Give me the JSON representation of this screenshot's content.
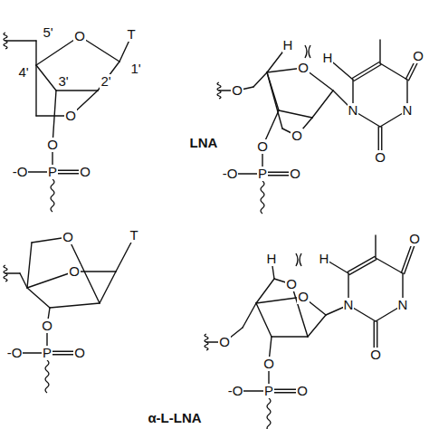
{
  "diagram": {
    "labels": [
      "5'",
      "O",
      "T",
      "4'",
      "3'",
      "2'",
      "1'",
      "O",
      "O",
      "-O",
      "P",
      "O",
      "O",
      "H",
      "H",
      "O",
      "O",
      "N",
      "N",
      "O",
      "O",
      "O",
      "-O",
      "P",
      "O",
      "LNA",
      "O",
      "O",
      "T",
      "O",
      "-O",
      "P",
      "O",
      "O",
      "H",
      "H",
      "O",
      "O",
      "O",
      "N",
      "N",
      "O",
      "O",
      "-O",
      "P",
      "O",
      "α-L-LNA"
    ]
  }
}
